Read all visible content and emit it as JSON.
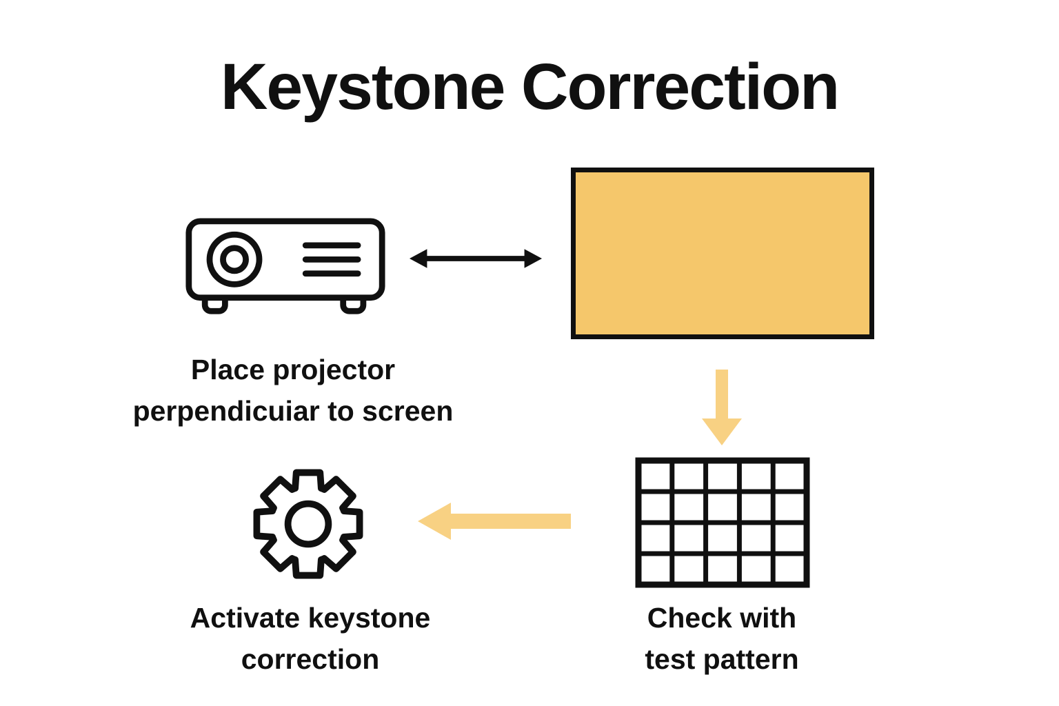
{
  "title": "Keystone Correction",
  "colors": {
    "accent": "#F5C76B",
    "arrow": "#F8D183",
    "ink": "#101010",
    "bg": "#FFFFFF"
  },
  "steps": {
    "place_projector": {
      "line1": "Place projector",
      "line2": "perpendicuiar to screen"
    },
    "check_pattern": {
      "line1": "Check with",
      "line2": "test pattern"
    },
    "activate_keystone": {
      "line1": "Activate keystone",
      "line2": "correction"
    }
  },
  "icons": {
    "projector": "projector-icon",
    "screen": "projection-screen-shape",
    "double_arrow": "double-headed-arrow-icon",
    "down_arrow": "down-arrow-icon",
    "grid": "test-pattern-grid-icon",
    "left_arrow": "left-arrow-icon",
    "gear": "gear-icon"
  }
}
